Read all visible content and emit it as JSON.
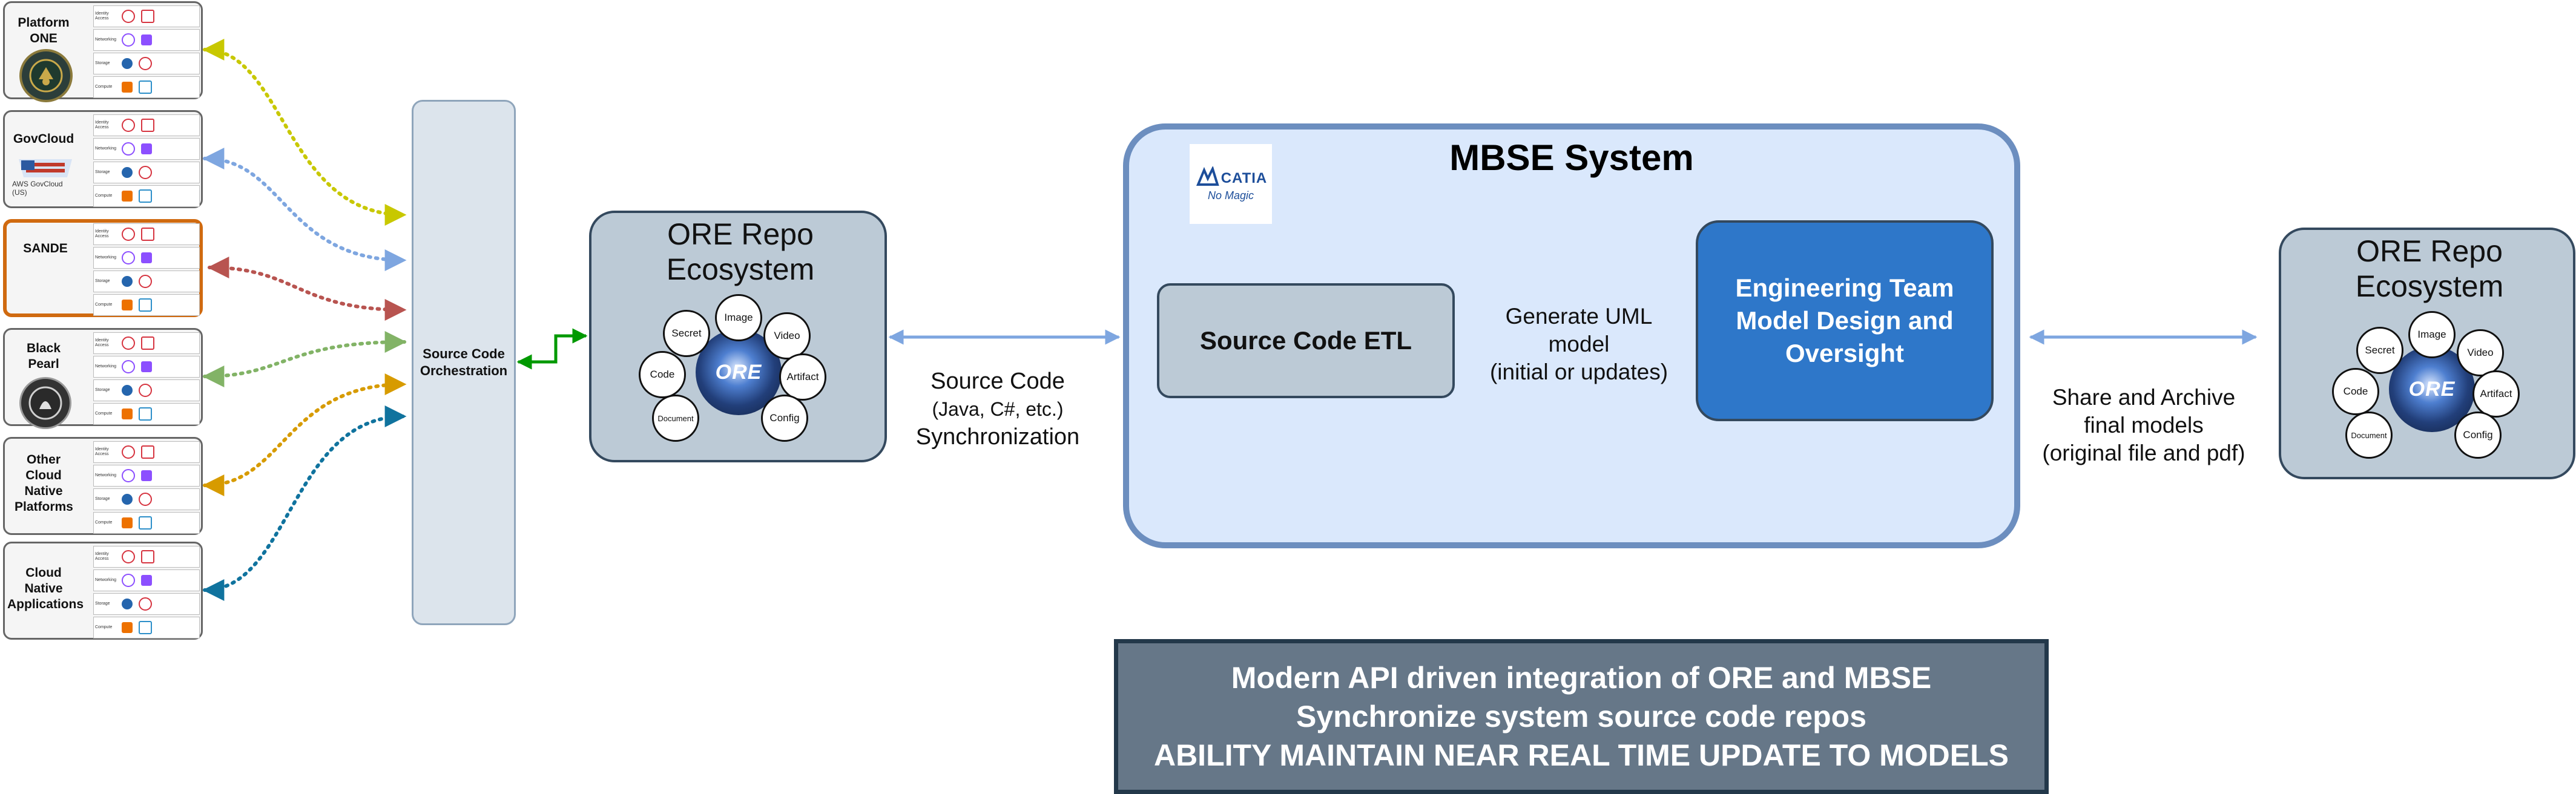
{
  "platforms": [
    {
      "name": "Platform ONE",
      "logo": ""
    },
    {
      "name": "GovCloud",
      "logo": "AWS GovCloud (US)"
    },
    {
      "name": "SANDE",
      "logo": ""
    },
    {
      "name": "Black Pearl",
      "logo": ""
    },
    {
      "name": "Other Cloud Native Platforms",
      "logo": ""
    },
    {
      "name": "Cloud Native Applications",
      "logo": ""
    }
  ],
  "service_rows": [
    "Identity Access",
    "Networking",
    "Storage",
    "Compute"
  ],
  "orchestration": {
    "label": "Source Code Orchestration"
  },
  "ore_left": {
    "title": "ORE Repo Ecosystem"
  },
  "ore_right": {
    "title": "ORE Repo Ecosystem"
  },
  "ore_cluster": {
    "center": "ORE",
    "satellites": [
      "Image",
      "Video",
      "Artifact",
      "Config",
      "Document",
      "Code",
      "Secret"
    ]
  },
  "sync_label": {
    "line1": "Source Code",
    "line2": "(Java, C#, etc.)",
    "line3": "Synchronization"
  },
  "mbse": {
    "title": "MBSE System",
    "catia_logo": {
      "line1": "CATIA",
      "line2": "No Magic"
    },
    "etl": "Source Code ETL",
    "uml": {
      "line1": "Generate UML",
      "line2": "model",
      "line3": "(initial or updates)"
    },
    "engineering": {
      "line1": "Engineering Team",
      "line2": "Model Design and",
      "line3": "Oversight"
    }
  },
  "share_label": {
    "line1": "Share and Archive",
    "line2": "final models",
    "line3": "(original file and pdf)"
  },
  "banner": {
    "line1": "Modern API driven integration of ORE and MBSE",
    "line2": "Synchronize system source code repos",
    "line3": "ABILITY MAINTAIN NEAR REAL TIME UPDATE TO MODELS"
  },
  "colors": {
    "arrow_platform_one": "#c8c800",
    "arrow_govcloud": "#7ea6e0",
    "arrow_sande": "#b85450",
    "arrow_black_pearl": "#82b366",
    "arrow_other": "#d79b00",
    "arrow_cna": "#10739e",
    "arrow_orch_ore": "#009900",
    "arrow_sync": "#7ea6e0",
    "sande_border": "#d06a10",
    "engineering_fill": "#2e77c9"
  }
}
